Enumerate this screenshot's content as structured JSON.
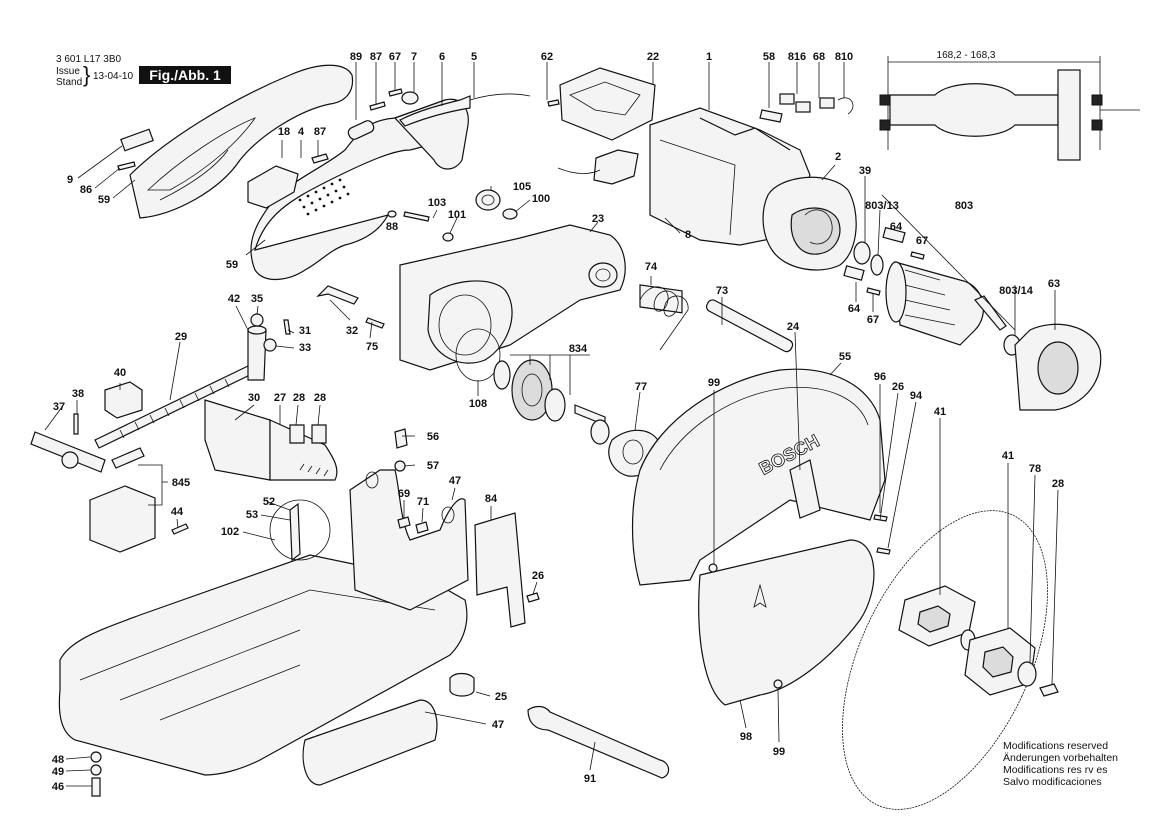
{
  "header": {
    "catalog_number": "3 601 L17 3B0",
    "issue_label_1": "Issue",
    "issue_label_2": "Stand",
    "issue_date": "13-04-10",
    "figure_label": "Fig./Abb. 1"
  },
  "dimension": {
    "text": "168,2 - 168,3"
  },
  "brand_text": "BOSCH",
  "notes": [
    "Modifications reserved",
    "Änderungen vorbehalten",
    "Modifications res rv es",
    "Salvo modificaciones"
  ],
  "callouts": [
    {
      "id": "c89",
      "text": "89"
    },
    {
      "id": "c87a",
      "text": "87"
    },
    {
      "id": "c67a",
      "text": "67"
    },
    {
      "id": "c7",
      "text": "7"
    },
    {
      "id": "c6",
      "text": "6"
    },
    {
      "id": "c5",
      "text": "5"
    },
    {
      "id": "c62",
      "text": "62"
    },
    {
      "id": "c22",
      "text": "22"
    },
    {
      "id": "c1",
      "text": "1"
    },
    {
      "id": "c58",
      "text": "58"
    },
    {
      "id": "c816",
      "text": "816"
    },
    {
      "id": "c68",
      "text": "68"
    },
    {
      "id": "c810",
      "text": "810"
    },
    {
      "id": "c18",
      "text": "18"
    },
    {
      "id": "c4",
      "text": "4"
    },
    {
      "id": "c87b",
      "text": "87"
    },
    {
      "id": "c9",
      "text": "9"
    },
    {
      "id": "c86",
      "text": "86"
    },
    {
      "id": "c59a",
      "text": "59"
    },
    {
      "id": "c105",
      "text": "105"
    },
    {
      "id": "c100",
      "text": "100"
    },
    {
      "id": "c103",
      "text": "103"
    },
    {
      "id": "c101",
      "text": "101"
    },
    {
      "id": "c88",
      "text": "88"
    },
    {
      "id": "c23",
      "text": "23"
    },
    {
      "id": "c8",
      "text": "8"
    },
    {
      "id": "c2",
      "text": "2"
    },
    {
      "id": "c39",
      "text": "39"
    },
    {
      "id": "c80313",
      "text": "803/13"
    },
    {
      "id": "c803",
      "text": "803"
    },
    {
      "id": "c64a",
      "text": "64"
    },
    {
      "id": "c67b",
      "text": "67"
    },
    {
      "id": "c59b",
      "text": "59"
    },
    {
      "id": "c74",
      "text": "74"
    },
    {
      "id": "c73",
      "text": "73"
    },
    {
      "id": "c80314",
      "text": "803/14"
    },
    {
      "id": "c63",
      "text": "63"
    },
    {
      "id": "c64b",
      "text": "64"
    },
    {
      "id": "c67c",
      "text": "67"
    },
    {
      "id": "c42",
      "text": "42"
    },
    {
      "id": "c35",
      "text": "35"
    },
    {
      "id": "c31",
      "text": "31"
    },
    {
      "id": "c33",
      "text": "33"
    },
    {
      "id": "c32",
      "text": "32"
    },
    {
      "id": "c75",
      "text": "75"
    },
    {
      "id": "c834",
      "text": "834"
    },
    {
      "id": "c24",
      "text": "24"
    },
    {
      "id": "c55",
      "text": "55"
    },
    {
      "id": "c29",
      "text": "29"
    },
    {
      "id": "c40",
      "text": "40"
    },
    {
      "id": "c38",
      "text": "38"
    },
    {
      "id": "c37",
      "text": "37"
    },
    {
      "id": "c30",
      "text": "30"
    },
    {
      "id": "c27",
      "text": "27"
    },
    {
      "id": "c28a",
      "text": "28"
    },
    {
      "id": "c28b",
      "text": "28"
    },
    {
      "id": "c108",
      "text": "108"
    },
    {
      "id": "c77",
      "text": "77"
    },
    {
      "id": "c99a",
      "text": "99"
    },
    {
      "id": "c96",
      "text": "96"
    },
    {
      "id": "c26a",
      "text": "26"
    },
    {
      "id": "c94",
      "text": "94"
    },
    {
      "id": "c41a",
      "text": "41"
    },
    {
      "id": "c56",
      "text": "56"
    },
    {
      "id": "c57",
      "text": "57"
    },
    {
      "id": "c845",
      "text": "845"
    },
    {
      "id": "c69",
      "text": "69"
    },
    {
      "id": "c71",
      "text": "71"
    },
    {
      "id": "c47a",
      "text": "47"
    },
    {
      "id": "c84",
      "text": "84"
    },
    {
      "id": "c52",
      "text": "52"
    },
    {
      "id": "c53",
      "text": "53"
    },
    {
      "id": "c102",
      "text": "102"
    },
    {
      "id": "c44",
      "text": "44"
    },
    {
      "id": "c26b",
      "text": "26"
    },
    {
      "id": "c41b",
      "text": "41"
    },
    {
      "id": "c78",
      "text": "78"
    },
    {
      "id": "c28c",
      "text": "28"
    },
    {
      "id": "c25",
      "text": "25"
    },
    {
      "id": "c47b",
      "text": "47"
    },
    {
      "id": "c98",
      "text": "98"
    },
    {
      "id": "c99b",
      "text": "99"
    },
    {
      "id": "c48",
      "text": "48"
    },
    {
      "id": "c49",
      "text": "49"
    },
    {
      "id": "c46",
      "text": "46"
    },
    {
      "id": "c91",
      "text": "91"
    }
  ]
}
